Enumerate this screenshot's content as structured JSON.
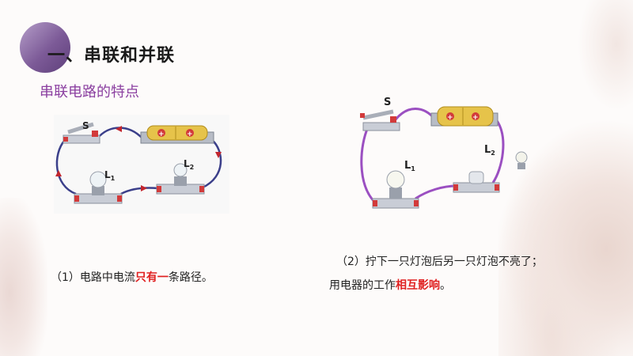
{
  "heading": {
    "title": "一、串联和并联",
    "subtitle": "串联电路的特点"
  },
  "figure_left": {
    "switch_label": "S",
    "lamp1_label": "L",
    "lamp1_sub": "1",
    "lamp2_label": "L",
    "lamp2_sub": "2",
    "battery_symbol": "+",
    "wire_color": "#3b3f8a"
  },
  "figure_right": {
    "switch_label": "S",
    "lamp1_label": "L",
    "lamp1_sub": "1",
    "lamp2_label": "L",
    "lamp2_sub": "2",
    "battery_symbol": "+",
    "wire_color": "#9b4fc1"
  },
  "captions": {
    "item1": {
      "prefix": "（1）电路中电流",
      "highlight": "只有一",
      "suffix": "条路径。"
    },
    "item2": {
      "text": "（2）拧下一只灯泡后另一只灯泡不亮了；"
    },
    "item3": {
      "prefix": "用电器的工作",
      "highlight": "相互影响",
      "suffix": "。"
    }
  },
  "colors": {
    "accent_purple": "#8b3fa0",
    "highlight_red": "#e02020"
  }
}
